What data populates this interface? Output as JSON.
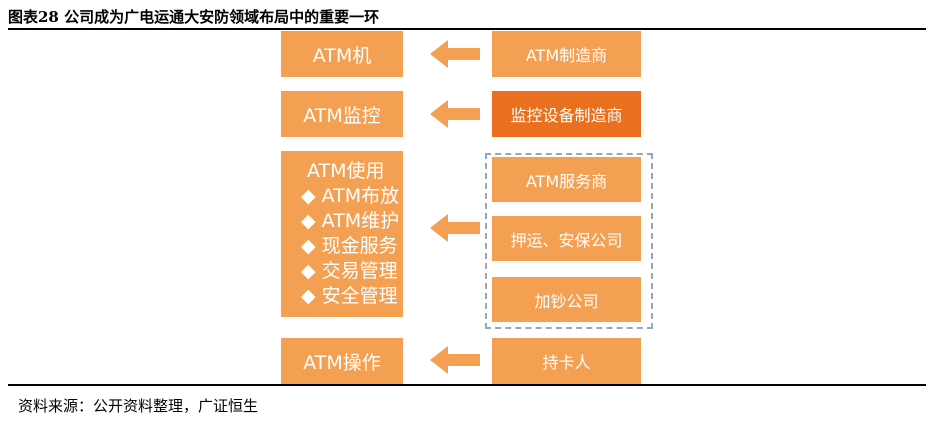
{
  "header": {
    "title": "图表28  公司成为广电运通大安防领域布局中的重要一环"
  },
  "footer": {
    "source": "资料来源：公开资料整理，广证恒生"
  },
  "left_nodes": {
    "atm_machine": "ATM机",
    "atm_monitor": "ATM监控",
    "atm_usage": {
      "title": "ATM使用",
      "items": [
        "ATM布放",
        "ATM维护",
        "现金服务",
        "交易管理",
        "安全管理"
      ]
    },
    "atm_operation": "ATM操作"
  },
  "right_nodes": {
    "atm_manufacturer": "ATM制造商",
    "monitor_manufacturer": "监控设备制造商",
    "service_group": [
      "ATM服务商",
      "押运、安保公司",
      "加钞公司"
    ],
    "cardholder": "持卡人"
  },
  "colors": {
    "box": "#f4a052",
    "highlight": "#e8701e",
    "arrow": "#f4a052",
    "dashed_border": "#9aa7b3"
  }
}
